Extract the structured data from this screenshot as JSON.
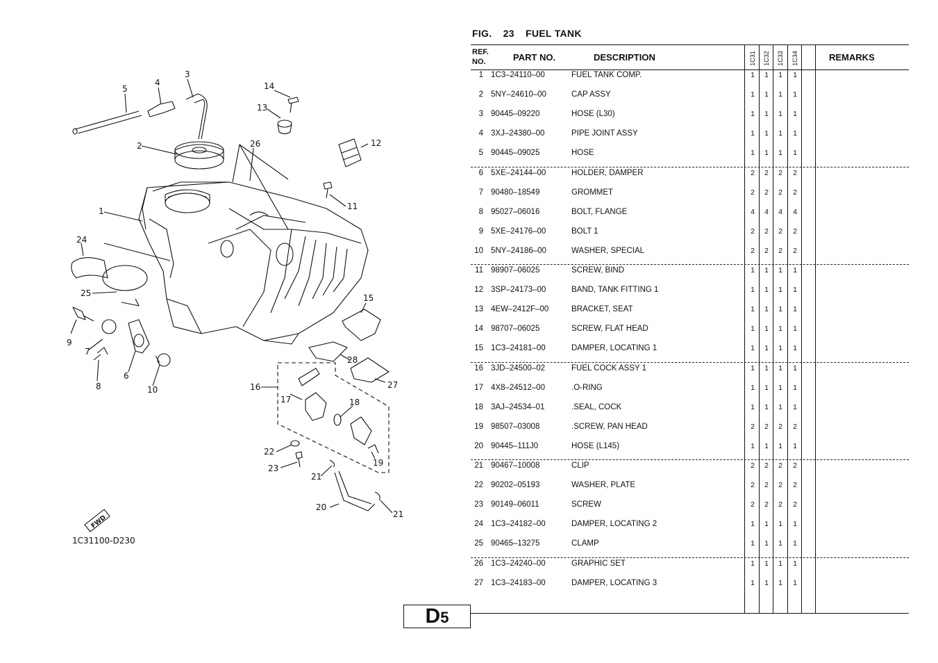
{
  "figure": {
    "fig_label": "FIG.",
    "fig_number": "23",
    "title": "FUEL TANK"
  },
  "diagram": {
    "code": "1C31100-D230",
    "fwd_label": "FWD",
    "callouts": [
      "1",
      "2",
      "3",
      "4",
      "5",
      "6",
      "7",
      "8",
      "9",
      "10",
      "11",
      "12",
      "13",
      "14",
      "15",
      "16",
      "17",
      "18",
      "19",
      "20",
      "21",
      "21",
      "22",
      "23",
      "24",
      "25",
      "26",
      "27",
      "28"
    ]
  },
  "table": {
    "headers": {
      "ref_line1": "REF.",
      "ref_line2": "NO.",
      "part_no": "PART NO.",
      "description": "DESCRIPTION",
      "models": [
        "1C31",
        "1C32",
        "1C33",
        "1C34"
      ],
      "remarks": "REMARKS"
    },
    "rows": [
      {
        "no": "1",
        "part": "1C3–24110–00",
        "desc": "FUEL TANK COMP.",
        "q": [
          "1",
          "1",
          "1",
          "1"
        ]
      },
      {
        "no": "2",
        "part": "5NY–24610–00",
        "desc": "CAP ASSY",
        "q": [
          "1",
          "1",
          "1",
          "1"
        ]
      },
      {
        "no": "3",
        "part": "90445–09220",
        "desc": "HOSE (L30)",
        "q": [
          "1",
          "1",
          "1",
          "1"
        ]
      },
      {
        "no": "4",
        "part": "3XJ–24380–00",
        "desc": "PIPE JOINT ASSY",
        "q": [
          "1",
          "1",
          "1",
          "1"
        ]
      },
      {
        "no": "5",
        "part": "90445–09025",
        "desc": "HOSE",
        "q": [
          "1",
          "1",
          "1",
          "1"
        ]
      },
      {
        "no": "6",
        "part": "5XE–24144–00",
        "desc": "HOLDER, DAMPER",
        "q": [
          "2",
          "2",
          "2",
          "2"
        ]
      },
      {
        "no": "7",
        "part": "90480–18549",
        "desc": "GROMMET",
        "q": [
          "2",
          "2",
          "2",
          "2"
        ]
      },
      {
        "no": "8",
        "part": "95027–06016",
        "desc": "BOLT, FLANGE",
        "q": [
          "4",
          "4",
          "4",
          "4"
        ]
      },
      {
        "no": "9",
        "part": "5XE–24176–00",
        "desc": "BOLT 1",
        "q": [
          "2",
          "2",
          "2",
          "2"
        ]
      },
      {
        "no": "10",
        "part": "5NY–24186–00",
        "desc": "WASHER, SPECIAL",
        "q": [
          "2",
          "2",
          "2",
          "2"
        ]
      },
      {
        "no": "11",
        "part": "98907–06025",
        "desc": "SCREW, BIND",
        "q": [
          "1",
          "1",
          "1",
          "1"
        ]
      },
      {
        "no": "12",
        "part": "3SP–24173–00",
        "desc": "BAND, TANK FITTING 1",
        "q": [
          "1",
          "1",
          "1",
          "1"
        ]
      },
      {
        "no": "13",
        "part": "4EW–2412F–00",
        "desc": "BRACKET, SEAT",
        "q": [
          "1",
          "1",
          "1",
          "1"
        ]
      },
      {
        "no": "14",
        "part": "98707–06025",
        "desc": "SCREW, FLAT HEAD",
        "q": [
          "1",
          "1",
          "1",
          "1"
        ]
      },
      {
        "no": "15",
        "part": "1C3–24181–00",
        "desc": "DAMPER, LOCATING 1",
        "q": [
          "1",
          "1",
          "1",
          "1"
        ]
      },
      {
        "no": "16",
        "part": "3JD–24500–02",
        "desc": "FUEL COCK ASSY 1",
        "q": [
          "1",
          "1",
          "1",
          "1"
        ]
      },
      {
        "no": "17",
        "part": "4X8–24512–00",
        "desc": ".O-RING",
        "q": [
          "1",
          "1",
          "1",
          "1"
        ]
      },
      {
        "no": "18",
        "part": "3AJ–24534–01",
        "desc": ".SEAL, COCK",
        "q": [
          "1",
          "1",
          "1",
          "1"
        ]
      },
      {
        "no": "19",
        "part": "98507–03008",
        "desc": ".SCREW, PAN HEAD",
        "q": [
          "2",
          "2",
          "2",
          "2"
        ]
      },
      {
        "no": "20",
        "part": "90445–111J0",
        "desc": "HOSE (L145)",
        "q": [
          "1",
          "1",
          "1",
          "1"
        ]
      },
      {
        "no": "21",
        "part": "90467–10008",
        "desc": "CLIP",
        "q": [
          "2",
          "2",
          "2",
          "2"
        ]
      },
      {
        "no": "22",
        "part": "90202–05193",
        "desc": "WASHER, PLATE",
        "q": [
          "2",
          "2",
          "2",
          "2"
        ]
      },
      {
        "no": "23",
        "part": "90149–06011",
        "desc": "SCREW",
        "q": [
          "2",
          "2",
          "2",
          "2"
        ]
      },
      {
        "no": "24",
        "part": "1C3–24182–00",
        "desc": "DAMPER, LOCATING 2",
        "q": [
          "1",
          "1",
          "1",
          "1"
        ]
      },
      {
        "no": "25",
        "part": "90465–13275",
        "desc": "CLAMP",
        "q": [
          "1",
          "1",
          "1",
          "1"
        ]
      },
      {
        "no": "26",
        "part": "1C3–24240–00",
        "desc": "GRAPHIC SET",
        "q": [
          "1",
          "1",
          "1",
          "1"
        ]
      },
      {
        "no": "27",
        "part": "1C3–24183–00",
        "desc": "DAMPER, LOCATING 3",
        "q": [
          "1",
          "1",
          "1",
          "1"
        ]
      }
    ]
  },
  "page": {
    "section": "D",
    "number": "5"
  }
}
